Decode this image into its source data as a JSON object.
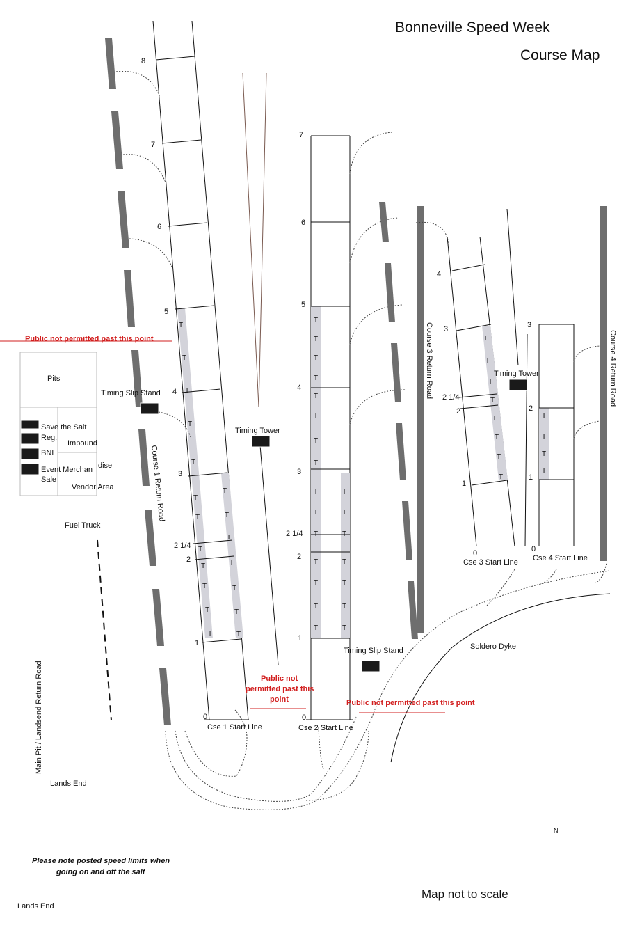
{
  "title": {
    "line1": "Bonneville Speed Week",
    "line2": "Course Map"
  },
  "labels": {
    "public_not_permitted_a": "Public not permitted past this point",
    "public_not_permitted_b_1": "Public not",
    "public_not_permitted_b_2": "permitted past this",
    "public_not_permitted_b_3": "point",
    "public_not_permitted_c": "Public not permitted past this point",
    "pits": "Pits",
    "save_the_salt": "Save the Salt",
    "reg": "Reg.",
    "bni": "BNI",
    "event_merchandise_1": "Event Merchan",
    "event_merchandise_2": "dise",
    "sales": "Sale",
    "impound": "Impound",
    "vendor_area": "Vendor Area",
    "fuel_truck": "Fuel Truck",
    "timing_slip_stand_1": "Timing Slip Stand",
    "timing_slip_stand_2": "Timing Slip Stand",
    "timing_tower_1": "Timing Tower",
    "timing_tower_3": "Timing Tower",
    "course1_return": "Course 1 Return Road",
    "course3_return": "Course 3 Return Road",
    "course4_return": "Course 4 Return Road",
    "main_pit_return": "Main Pit / Landsend Return Road",
    "cse1_start": "Cse 1 Start Line",
    "cse2_start": "Cse 2 Start Line",
    "cse3_start": "Cse 3 Start Line",
    "cse4_start": "Cse 4 Start Line",
    "soldero_dyke": "Soldero Dyke",
    "lands_end_1": "Lands End",
    "lands_end_2": "Lands End",
    "north": "N",
    "note_1": "Please note posted speed limits when",
    "note_2": "going on and off the salt",
    "not_to_scale": "Map not to scale",
    "timing_marker": "T"
  },
  "course1": {
    "marks": [
      "8",
      "7",
      "6",
      "5",
      "4",
      "3",
      "2 1/4",
      "2",
      "1",
      "0"
    ]
  },
  "course2": {
    "marks": [
      "7",
      "6",
      "5",
      "4",
      "3",
      "2 1/4",
      "2",
      "1",
      "0"
    ]
  },
  "course3": {
    "marks": [
      "4",
      "3",
      "2 1/4",
      "2",
      "1",
      "0"
    ]
  },
  "course4": {
    "marks": [
      "3",
      "2",
      "1",
      "0"
    ]
  },
  "colors": {
    "lane": "#d3d3da",
    "road": "#6e6e6e",
    "warning": "#d21f1f",
    "box": "#1a1a1a"
  }
}
